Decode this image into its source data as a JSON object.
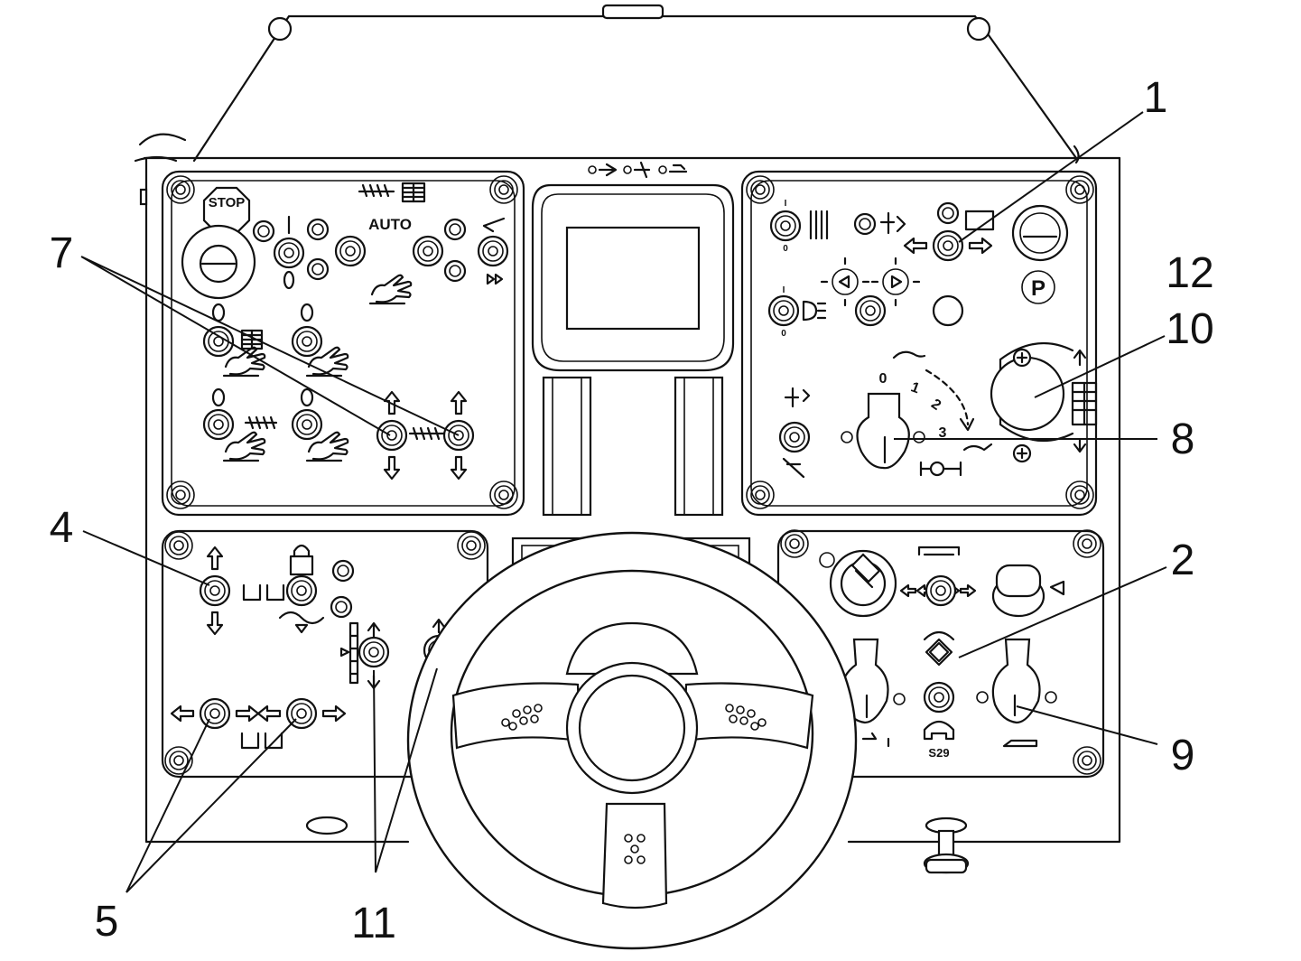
{
  "labels": {
    "stop": "STOP",
    "auto": "AUTO",
    "parking": "P",
    "s29": "S29",
    "step_0": "0",
    "step_1": "1",
    "step_2": "2",
    "step_3": "3",
    "one": "I",
    "zero": "0",
    "zero_big": "0"
  },
  "callouts": [
    "1",
    "2",
    "4",
    "5",
    "7",
    "8",
    "9",
    "10",
    "11",
    "12"
  ]
}
